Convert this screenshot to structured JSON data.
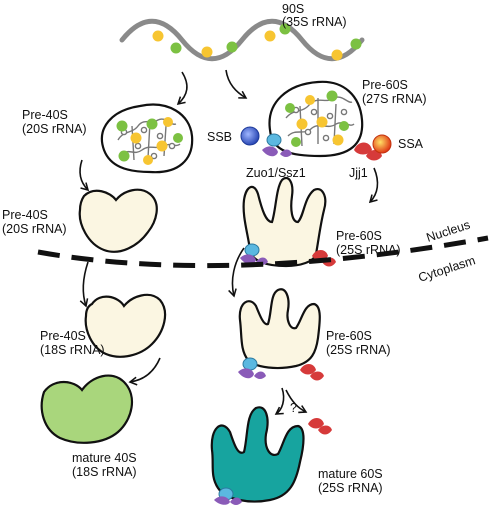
{
  "labels": {
    "p90s": "90S",
    "p90s_rrna": "(35S rRNA)",
    "pre60_top": "Pre-60S",
    "pre60_top_rrna": "(27S rRNA)",
    "pre40_top": "Pre-40S",
    "pre40_top_rrna": "(20S rRNA)",
    "ssb": "SSB",
    "ssa": "SSA",
    "zuo": "Zuo1/Ssz1",
    "jjj": "Jjj1",
    "pre40_mid": "Pre-40S",
    "pre40_mid_rrna": "(20S rRNA)",
    "pre60_mid": "Pre-60S",
    "pre60_mid_rrna": "(25S rRNA)",
    "nucleus": "Nucleus",
    "cytoplasm": "Cytoplasm",
    "pre40_low": "Pre-40S",
    "pre40_low_rrna": "(18S rRNA)",
    "pre60_low": "Pre-60S",
    "pre60_low_rrna": "(25S rRNA)",
    "question": "?",
    "mature40": "mature 40S",
    "mature40_rrna": "(18S rRNA)",
    "mature60": "mature 60S",
    "mature60_rrna": "(25S rRNA)"
  },
  "colors": {
    "rna": "#8a8a8a",
    "factor_yellow": "#f7c531",
    "factor_green": "#7cc142",
    "pale_subunit": "#fbf6e2",
    "mature40": "#a9d67c",
    "mature60": "#17a49f",
    "ssb": "#3a5fcd",
    "zuo": "#5bb8e0",
    "ssz": "#8a5bb8",
    "jjj": "#d63a3a",
    "ssa": "#f6a21a"
  }
}
